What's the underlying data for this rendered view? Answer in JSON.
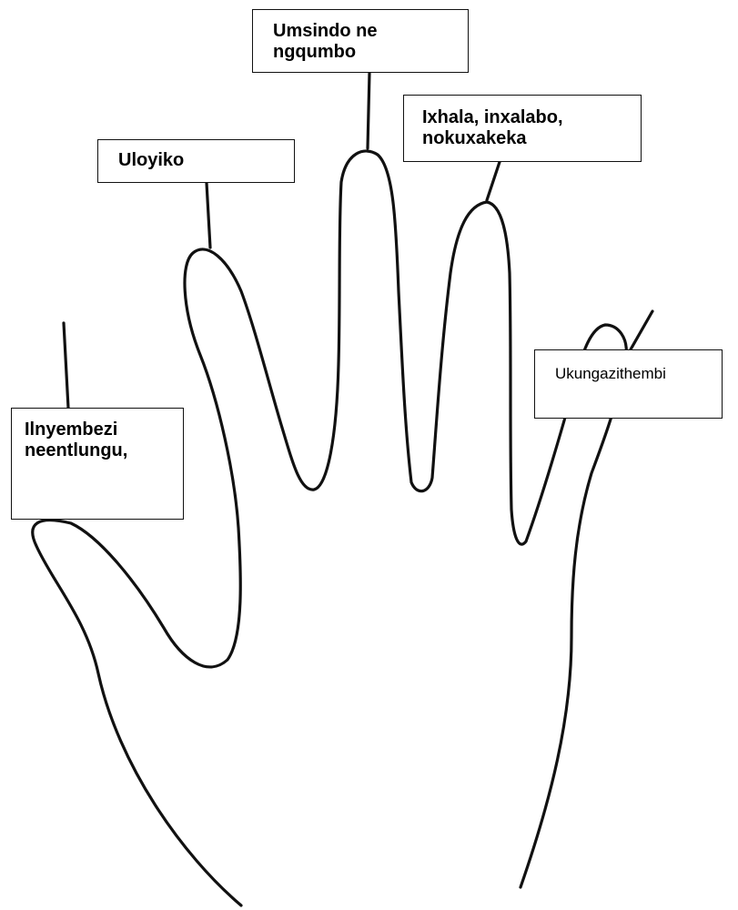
{
  "diagram": {
    "line_color": "#111111",
    "labels": {
      "thumb": "Ilnyembezi\nneentlungu,",
      "index": "Uloyiko",
      "middle": "Umsindo  ne\nngqumbo",
      "ring": "Ixhala, inxalabo,\nnokuxakeka",
      "little": "Ukungazithembi"
    }
  }
}
